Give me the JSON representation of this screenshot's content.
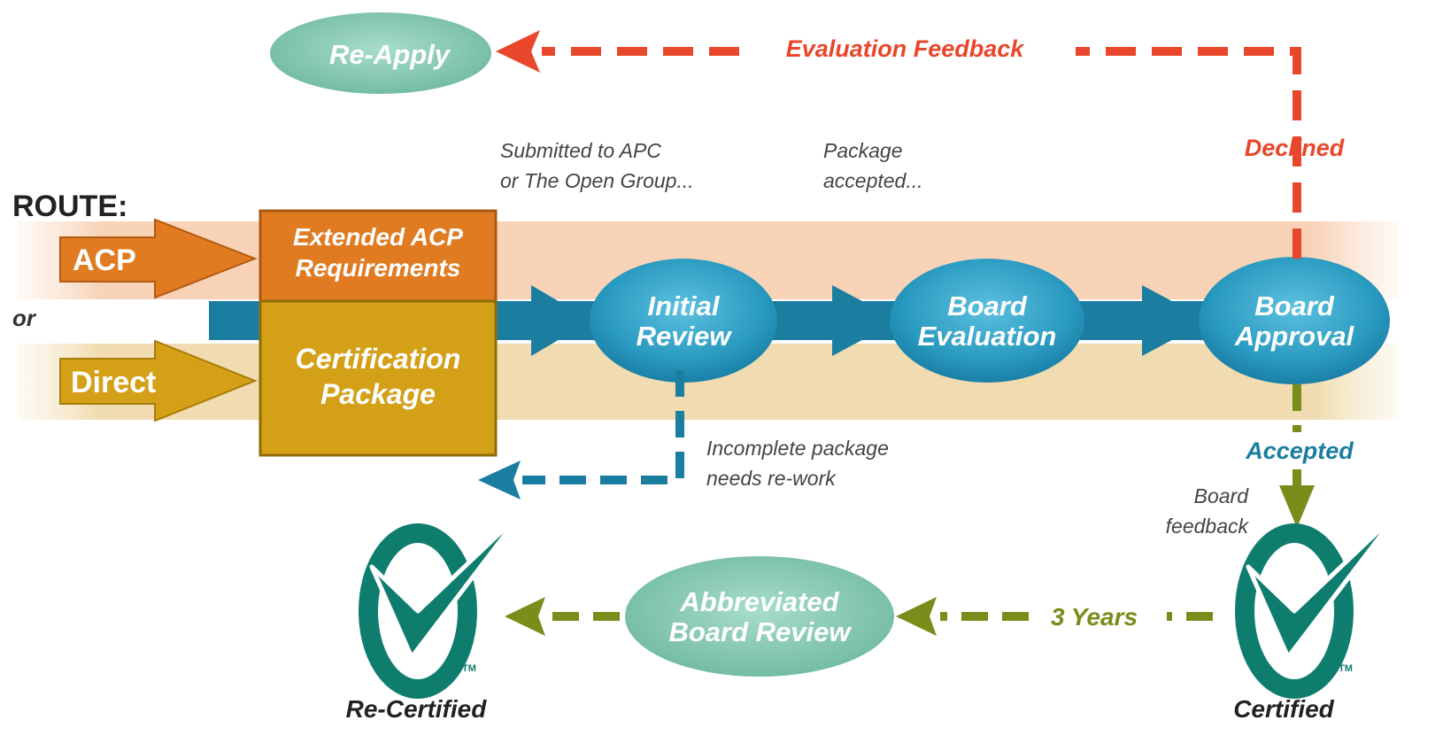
{
  "route_label": "ROUTE:",
  "routes": {
    "acp": "ACP",
    "or": "or",
    "direct": "Direct"
  },
  "package_boxes": {
    "extended_line1": "Extended ACP",
    "extended_line2": "Requirements",
    "cert_line1": "Certification",
    "cert_line2": "Package"
  },
  "stages": {
    "initial_line1": "Initial",
    "initial_line2": "Review",
    "eval_line1": "Board",
    "eval_line2": "Evaluation",
    "approval_line1": "Board",
    "approval_line2": "Approval"
  },
  "annotations": {
    "submitted_line1": "Submitted to APC",
    "submitted_line2": "or The Open Group...",
    "accepted_pkg_line1": "Package",
    "accepted_pkg_line2": "accepted...",
    "incomplete_line1": "Incomplete package",
    "incomplete_line2": "needs re-work",
    "board_feedback_line1": "Board",
    "board_feedback_line2": "feedback"
  },
  "feedback_loop": {
    "reapply": "Re-Apply",
    "evaluation_feedback": "Evaluation Feedback",
    "declined": "Declined",
    "accepted": "Accepted"
  },
  "recert": {
    "years": "3 Years",
    "review_line1": "Abbreviated",
    "review_line2": "Board Review",
    "certified": "Certified",
    "recertified": "Re-Certified",
    "tm": "TM"
  },
  "colors": {
    "acp_orange": "#E07B22",
    "direct_gold": "#D4A017",
    "main_teal": "#1B7EA0",
    "stage_blue": "#2A9AC0",
    "declined_red": "#E8472B",
    "accept_green": "#7A8C1A",
    "mint_ellipse": "#86C7B4",
    "logo_teal": "#0F7D6E"
  }
}
